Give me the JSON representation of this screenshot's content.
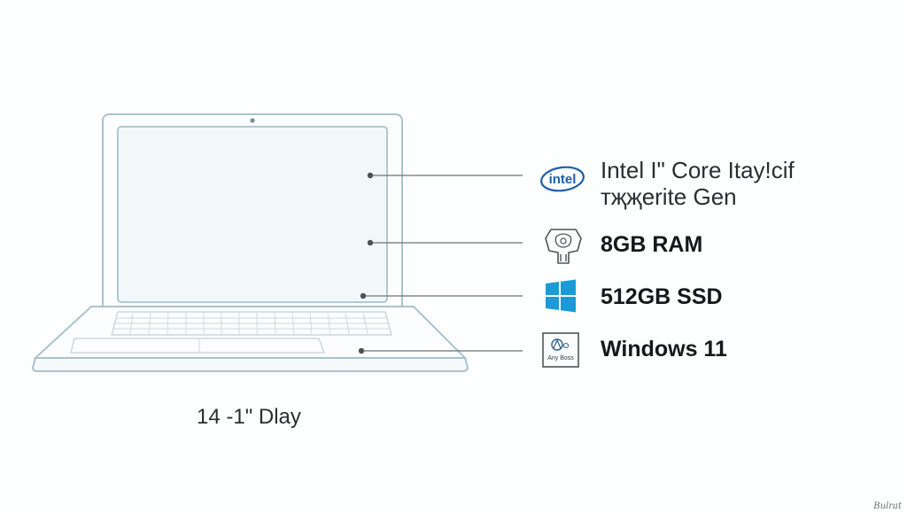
{
  "specs": {
    "cpu": {
      "brand": "intel",
      "line1": "Intel I\" Core Itay!cif",
      "line2": "тҗҗerite Gen",
      "icon": "intel-logo-icon"
    },
    "ram": {
      "label": "8GB RAM",
      "icon": "memory-chip-icon"
    },
    "storage": {
      "label": "512GB SSD",
      "icon": "windows-logo-icon"
    },
    "os": {
      "label": "Windows 11",
      "icon_text": "Any Boss",
      "icon": "os-badge-icon"
    }
  },
  "display": {
    "caption": "14 -1\" Dlay"
  },
  "watermark": "Bulrat",
  "colors": {
    "outline": "#a9c3cc",
    "screen_fill": "#f2f7f9",
    "leader_line": "#6c7378",
    "windows_blue": "#1a9bd7",
    "intel_blue": "#1f5fa8"
  }
}
